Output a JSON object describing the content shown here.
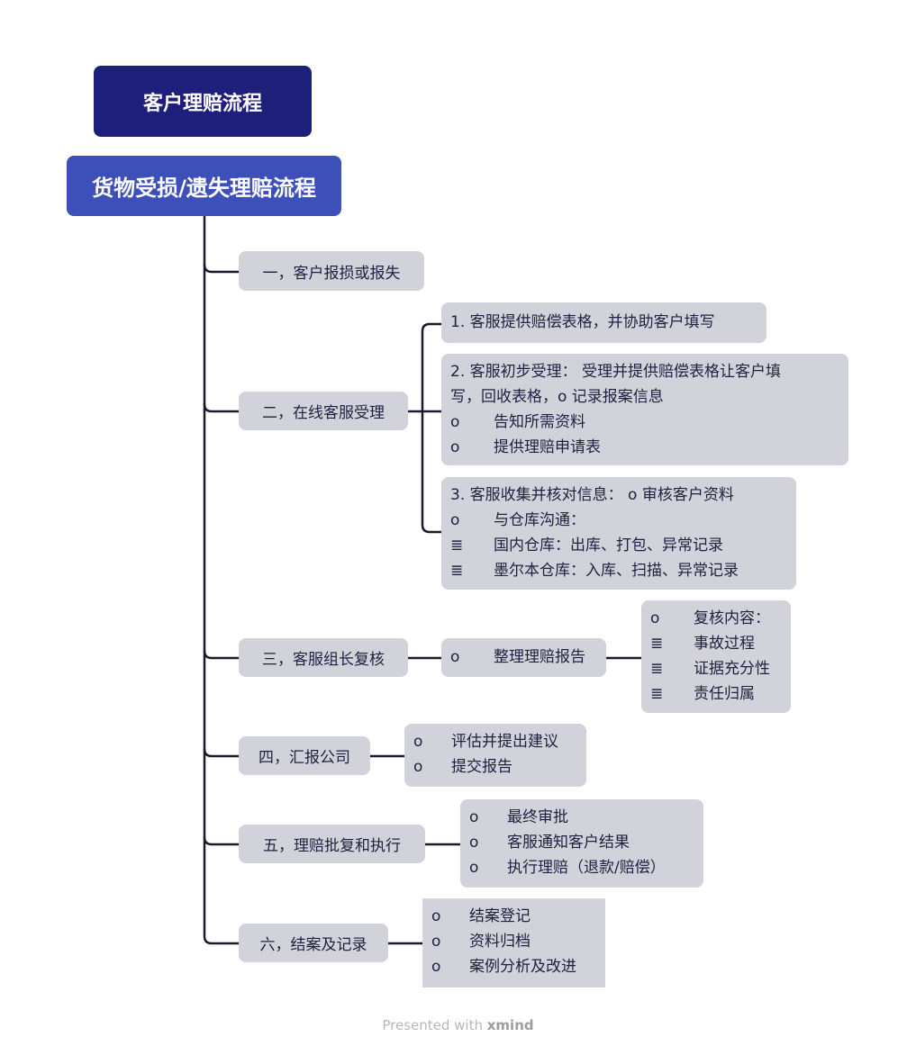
{
  "root": {
    "title": "客户理赔流程"
  },
  "main": {
    "title": "货物受损/遗失理赔流程"
  },
  "branches": [
    {
      "label": "一，客户报损或报失"
    },
    {
      "label": "二，在线客服受理"
    },
    {
      "label": "三，客服组长复核"
    },
    {
      "label": "四，汇报公司"
    },
    {
      "label": "五，理赔批复和执行"
    },
    {
      "label": "六，结案及记录"
    }
  ],
  "b2_children": [
    {
      "lines": [
        "1. 客服提供赔偿表格，并协助客户填写"
      ]
    },
    {
      "lines": [
        {
          "mk": "",
          "text": "2. 客服初步受理： 受理并提供赔偿表格让客户填"
        },
        {
          "mk": "",
          "text": "写，回收表格，o  记录报案信息"
        },
        {
          "mk": "o",
          "text": "告知所需资料"
        },
        {
          "mk": "o",
          "text": "提供理赔申请表"
        }
      ]
    },
    {
      "lines": [
        {
          "mk": "",
          "text": "3. 客服收集并核对信息： o  审核客户资料"
        },
        {
          "mk": "o",
          "text": "与仓库沟通："
        },
        {
          "mk": "≣",
          "text": "国内仓库：出库、打包、异常记录"
        },
        {
          "mk": "≣",
          "text": "墨尔本仓库：入库、扫描、异常记录"
        }
      ]
    }
  ],
  "b3_child": {
    "marker": "o",
    "text": "整理理赔报告"
  },
  "b3_grandchild": [
    {
      "mk": "o",
      "text": "复核内容："
    },
    {
      "mk": "≣",
      "text": "事故过程"
    },
    {
      "mk": "≣",
      "text": "证据充分性"
    },
    {
      "mk": "≣",
      "text": "责任归属"
    }
  ],
  "b4_child": [
    {
      "mk": "o",
      "text": "评估并提出建议"
    },
    {
      "mk": "o",
      "text": "提交报告"
    }
  ],
  "b5_child": [
    {
      "mk": "o",
      "text": "最终审批"
    },
    {
      "mk": "o",
      "text": "客服通知客户结果"
    },
    {
      "mk": "o",
      "text": "执行理赔（退款/赔偿）"
    }
  ],
  "b6_child": [
    {
      "mk": "o",
      "text": "结案登记"
    },
    {
      "mk": "o",
      "text": "资料归档"
    },
    {
      "mk": "o",
      "text": "案例分析及改进"
    }
  ],
  "footer": {
    "prefix": "Presented with ",
    "brand": "xmind"
  }
}
